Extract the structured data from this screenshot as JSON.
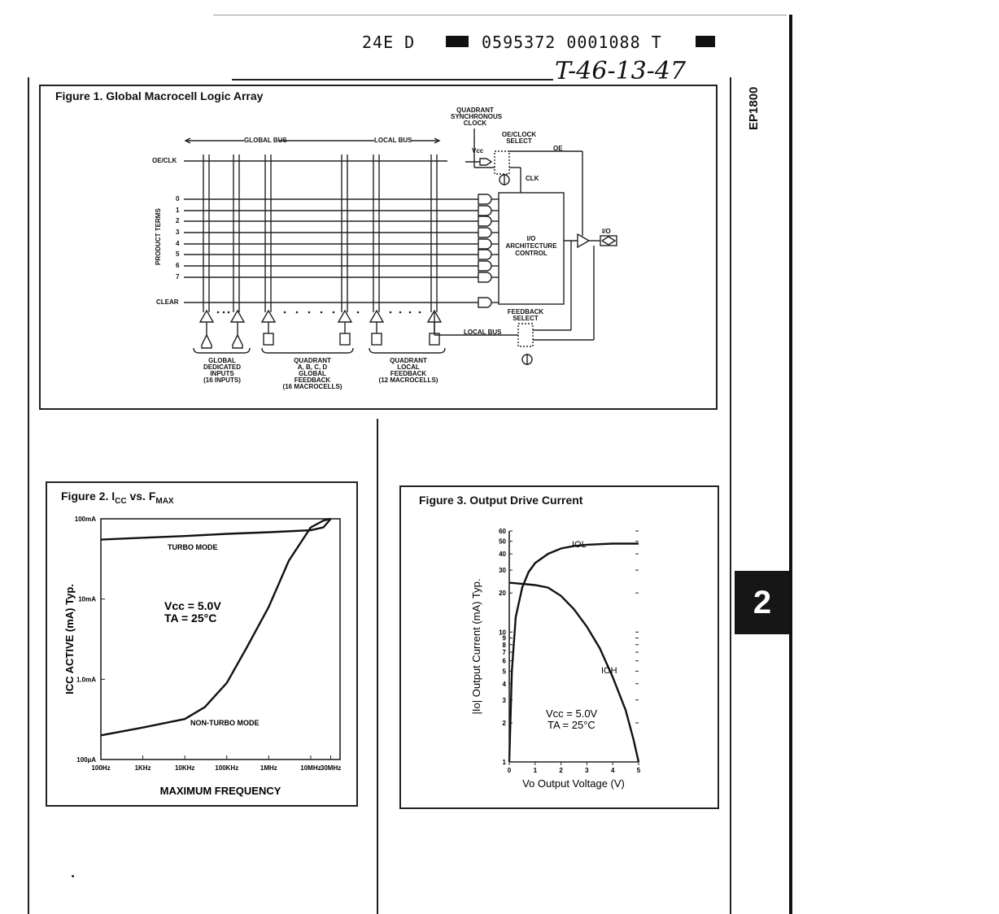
{
  "header": {
    "code_line": "24E D",
    "code_line_2": "0595372 0001088 T",
    "handwritten": "T-46-13-47"
  },
  "side": {
    "part_number": "EP1800",
    "section_tab": "2"
  },
  "figure1": {
    "title": "Figure 1. Global Macrocell Logic Array",
    "labels": {
      "quadrant_sync_clock": [
        "QUADRANT",
        "SYNCHRONOUS",
        "CLOCK"
      ],
      "oe_clock_select": [
        "OE/CLOCK",
        "SELECT"
      ],
      "global_bus": "GLOBAL BUS",
      "local_bus_top": "LOCAL BUS",
      "oe_clk": "OE/CLK",
      "vcc": "Vcc",
      "oe": "OE",
      "clk": "CLK",
      "product_terms": "PRODUCT TERMS",
      "term_numbers": [
        "0",
        "1",
        "2",
        "3",
        "4",
        "5",
        "6",
        "7"
      ],
      "clear": "CLEAR",
      "io_block": [
        "I/O",
        "ARCHITECTURE",
        "CONTROL"
      ],
      "io": "I/O",
      "feedback_select": [
        "FEEDBACK",
        "SELECT"
      ],
      "local_bus_bottom": "LOCAL BUS",
      "group1": [
        "GLOBAL",
        "DEDICATED",
        "INPUTS",
        "(16 INPUTS)"
      ],
      "group2": [
        "QUADRANT",
        "A, B, C, D",
        "GLOBAL",
        "FEEDBACK",
        "(16 MACROCELLS)"
      ],
      "group3": [
        "QUADRANT",
        "LOCAL",
        "FEEDBACK",
        "(12 MACROCELLS)"
      ]
    }
  },
  "figure2": {
    "title_main": "Figure 2. I",
    "title_sub1": "CC",
    "title_mid": " vs. F",
    "title_sub2": "MAX",
    "note_line1": "Vcc = 5.0V",
    "note_line2": "TA = 25°C"
  },
  "figure3": {
    "title": "Figure 3. Output Drive Current",
    "note_line1": "Vcc = 5.0V",
    "note_line2": "TA = 25°C"
  },
  "chart_data": [
    {
      "type": "line",
      "title": "Figure 2. ICC vs. FMAX",
      "xlabel": "MAXIMUM FREQUENCY",
      "ylabel": "ICC ACTIVE (mA) Typ.",
      "x_scale": "log",
      "y_scale": "log",
      "x_ticks": [
        "100Hz",
        "1KHz",
        "10KHz",
        "100KHz",
        "1MHz",
        "10MHz",
        "30MHz"
      ],
      "y_ticks": [
        "100µA",
        "1.0mA",
        "10mA",
        "100mA"
      ],
      "xlim_hz": [
        100,
        50000000
      ],
      "ylim_ma": [
        0.1,
        100
      ],
      "series": [
        {
          "name": "TURBO MODE",
          "x_hz": [
            100,
            1000,
            10000,
            100000,
            1000000,
            10000000,
            20000000,
            30000000
          ],
          "y_ma": [
            55,
            58,
            61,
            65,
            68,
            72,
            78,
            100
          ]
        },
        {
          "name": "NON-TURBO MODE",
          "x_hz": [
            100,
            1000,
            10000,
            30000,
            100000,
            300000,
            1000000,
            3000000,
            10000000,
            20000000,
            30000000
          ],
          "y_ma": [
            0.2,
            0.25,
            0.32,
            0.45,
            0.9,
            2.5,
            8,
            30,
            78,
            95,
            100
          ]
        }
      ]
    },
    {
      "type": "line",
      "title": "Figure 3. Output Drive Current",
      "xlabel": "Vo Output Voltage (V)",
      "ylabel": "|Io| Output Current (mA) Typ.",
      "y_scale": "log",
      "x_ticks": [
        "0",
        "1",
        "2",
        "3",
        "4",
        "5"
      ],
      "y_ticks": [
        "1",
        "2",
        "3",
        "4",
        "5",
        "6",
        "7",
        "8",
        "9",
        "10",
        "20",
        "30",
        "40",
        "50",
        "60"
      ],
      "xlim": [
        0,
        5
      ],
      "ylim": [
        1,
        60
      ],
      "series": [
        {
          "name": "IOL",
          "x": [
            0,
            0.1,
            0.25,
            0.5,
            0.75,
            1.0,
            1.5,
            2.0,
            2.5,
            3.0,
            3.5,
            4.0,
            4.5,
            5.0
          ],
          "y": [
            1,
            5,
            13,
            22,
            29,
            34,
            40,
            44,
            46,
            47,
            47.5,
            48,
            48,
            48
          ]
        },
        {
          "name": "IOH",
          "x": [
            0,
            0.5,
            1.0,
            1.5,
            2.0,
            2.5,
            3.0,
            3.5,
            4.0,
            4.5,
            4.8,
            5.0
          ],
          "y": [
            24,
            23.5,
            23,
            22,
            19,
            15,
            11,
            7.5,
            4.5,
            2.5,
            1.5,
            1
          ]
        }
      ]
    }
  ]
}
